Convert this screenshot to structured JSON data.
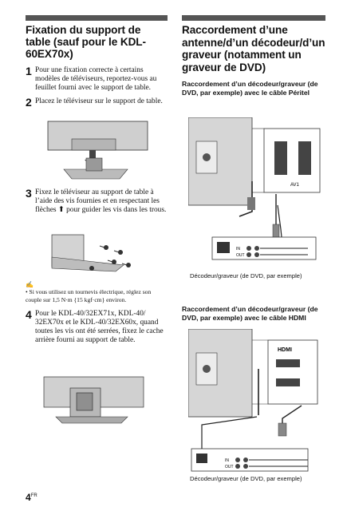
{
  "left": {
    "title": "Fixation du support de table (sauf pour le KDL-60EX70x)",
    "steps": [
      {
        "num": "1",
        "text": "Pour une fixation correcte à certains modèles de téléviseurs, reportez-vous au feuillet fourni avec le support de table."
      },
      {
        "num": "2",
        "text": "Placez le téléviseur sur le support de table."
      },
      {
        "num": "3",
        "text": "Fixez le téléviseur au support de table à l’aide des vis fournies et en respectant les flèches ⬆ pour guider les vis dans les trous."
      },
      {
        "num": "4",
        "text": "Pour le KDL-40/32EX71x, KDL-40/ 32EX70x et le KDL-40/32EX60x, quand toutes les vis ont été serrées, fixez le cache arrière fourni au support de table."
      }
    ],
    "note_icon": "✍",
    "note": "• Si vous utilisez un tournevis électrique, réglez son couple sur 1,5 N·m {15 kgf·cm} environ."
  },
  "right": {
    "title": "Raccordement d’une antenne/d’un décodeur/d’un graveur (notamment un graveur de DVD)",
    "sub1": "Raccordement d’un décodeur/graveur (de DVD, par exemple) avec le câble Péritel",
    "caption1": "Décodeur/graveur (de DVD, par exemple)",
    "sub2": "Raccordement d’un décodeur/graveur (de DVD, par exemple) avec le câble HDMI",
    "caption2": "Décodeur/graveur (de DVD, par exemple)",
    "scart_label": "AV1",
    "hdmi_label": "HDMI",
    "in_label": "IN",
    "out_label": "OUT"
  },
  "footer": {
    "page": "4",
    "lang": "FR"
  }
}
